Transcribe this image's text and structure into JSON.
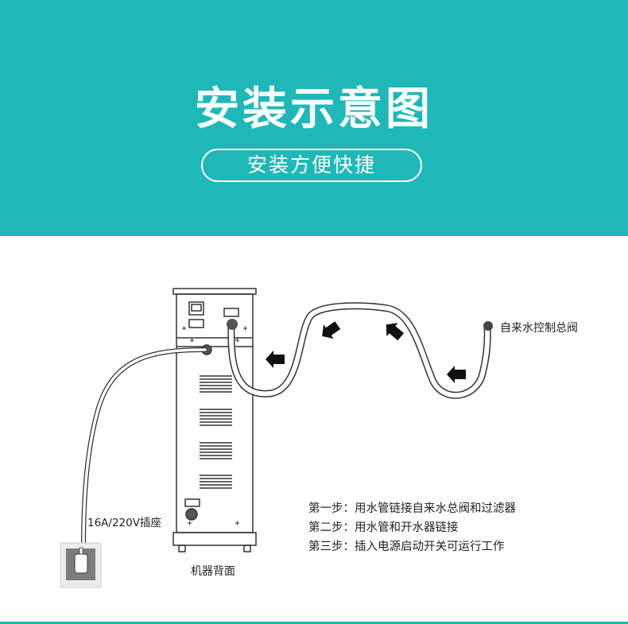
{
  "header": {
    "title": "安装示意图",
    "subtitle": "安装方便快捷"
  },
  "labels": {
    "valve": "自来水控制总阀",
    "socket": "16A/220V插座",
    "machine_back": "机器背面"
  },
  "steps": [
    "第一步：用水管链接自来水总阀和过滤器",
    "第二步：用水管和开水器链接",
    "第三步：插入电源启动开关可运行工作"
  ],
  "colors": {
    "accent": "#1fb8b8",
    "text": "#222222",
    "line": "#333333"
  }
}
